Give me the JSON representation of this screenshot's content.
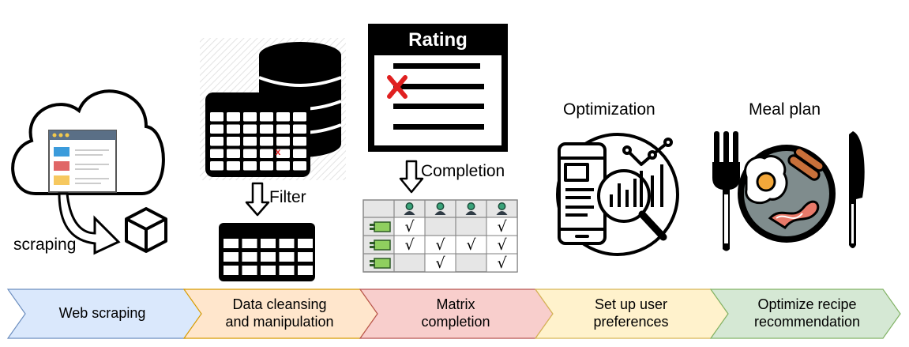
{
  "labels": {
    "scraping": "scraping",
    "filter": "Filter",
    "rating": "Rating",
    "completion": "Completion",
    "optimization": "Optimization",
    "meal_plan": "Meal plan"
  },
  "stages": [
    {
      "line1": "Web scraping",
      "line2": "",
      "color": "#dae8fc"
    },
    {
      "line1": "Data cleansing",
      "line2": "and manipulation",
      "color": "#ffe6cc"
    },
    {
      "line1": "Matrix",
      "line2": "completion",
      "color": "#f8cecc"
    },
    {
      "line1": "Set up user",
      "line2": "preferences",
      "color": "#fff2cc"
    },
    {
      "line1": "Optimize recipe",
      "line2": "recommendation",
      "color": "#d5e8d4"
    }
  ],
  "stage_borders": [
    "#6c8ebf",
    "#d79b00",
    "#b85450",
    "#d6b656",
    "#82b366"
  ],
  "icons": [
    "cloud-browser-icon",
    "cube-icon",
    "database-icon",
    "spreadsheet-icon",
    "table-icon",
    "rating-form-icon",
    "user-recipe-matrix-icon",
    "optimization-phone-icon",
    "meal-plate-icon",
    "fork-icon",
    "knife-icon"
  ],
  "matrix": {
    "users": 4,
    "rows": [
      [
        "check",
        "",
        "",
        "check"
      ],
      [
        "check",
        "check",
        "check",
        "check"
      ],
      [
        "",
        "check",
        "",
        "check"
      ]
    ],
    "check_glyph": "√"
  }
}
